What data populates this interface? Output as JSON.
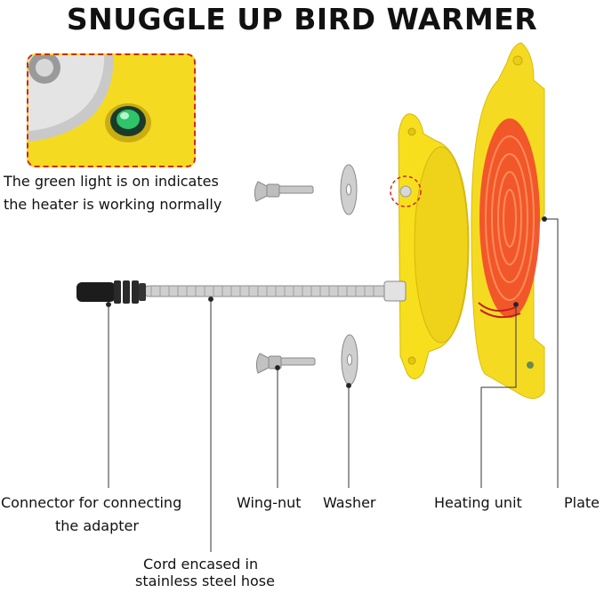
{
  "title": "SNUGGLE UP BIRD WARMER",
  "callouts": {
    "green_light_line1": "The green light is on indicates",
    "green_light_line2": "the heater is working normally",
    "connector_line1": "Connector for connecting",
    "connector_line2": "the adapter",
    "wing_nut": "Wing-nut",
    "washer": "Washer",
    "heating_unit": "Heating unit",
    "plate": "Plate",
    "cord_line1": "Cord encased in",
    "cord_line2": "stainless steel hose"
  },
  "colors": {
    "product_yellow": "#f5da22",
    "heater_glow": "#f0502a",
    "indicator_green": "#2fc46a",
    "highlight_dash": "#cc2a1a"
  }
}
